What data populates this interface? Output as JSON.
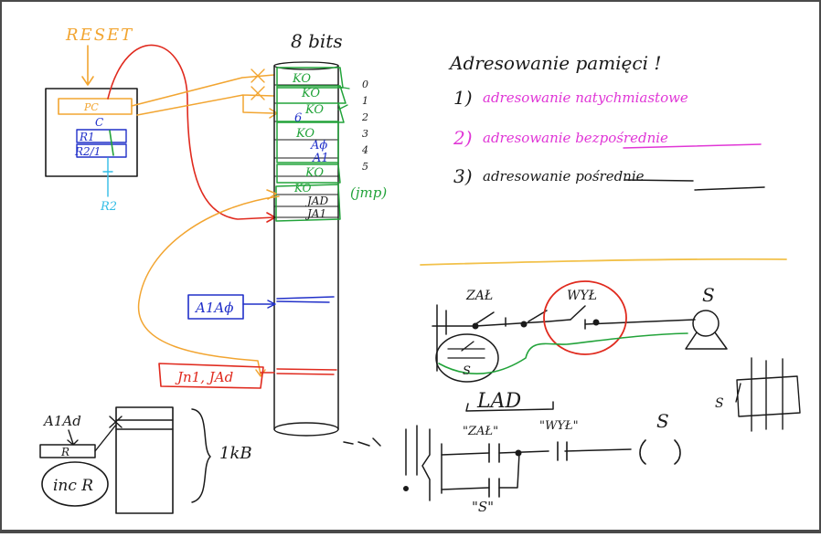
{
  "colors": {
    "ink": "#1a1a1a",
    "orange": "#f2a531",
    "red": "#e02a1e",
    "green": "#22a33a",
    "blue": "#2130c9",
    "cyan": "#32bde6",
    "magenta": "#e036d6",
    "divider": "#f2c14a"
  },
  "cpu": {
    "reset_label": "RESET",
    "pc_label": "PC",
    "c_label": "C",
    "r1_label": "R1",
    "r2_1_label": "R2/1",
    "r2_label": "R2"
  },
  "memory": {
    "width_label": "8 bits",
    "cells": [
      "KO",
      "KO",
      "KO",
      "6",
      "KO",
      "Aϕ",
      "A1",
      "KO",
      "KO",
      "JAD",
      "JA1"
    ],
    "addresses": [
      "0",
      "1",
      "2",
      "3",
      "4",
      "5"
    ],
    "jmp_label": "(jmp)",
    "operand_box": "A1Aϕ",
    "instr_box": "Jn1, JAd",
    "size_label": "1kB"
  },
  "counter": {
    "addr_label": "A1Ad",
    "reg_label": "R",
    "inc_label": "inc R"
  },
  "addressing": {
    "title": "Adresowanie pamięci !",
    "items": [
      {
        "num": "1)",
        "text": "adresowanie natychmiastowe"
      },
      {
        "num": "2)",
        "text": "adresowanie bezpośrednie"
      },
      {
        "num": "3)",
        "text": "adresowanie pośrednie"
      }
    ]
  },
  "circuit": {
    "switch1_label": "ZAŁ",
    "switch2_label": "WYŁ",
    "load_label": "S",
    "node_label": "S",
    "ladder_title": "LAD",
    "ladder_c1": "\"ZAŁ\"",
    "ladder_c2": "\"WYŁ\"",
    "ladder_coil": "S",
    "ladder_c3": "\"S\"",
    "table_label": "S"
  }
}
